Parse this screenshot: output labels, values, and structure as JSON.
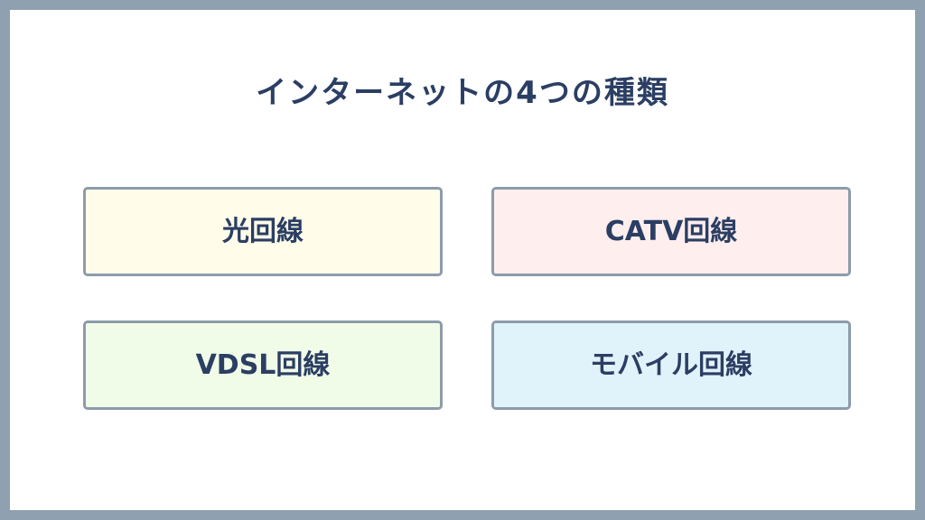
{
  "title": "インターネットの4つの種類",
  "cards": [
    {
      "label": "光回線",
      "color": "#fffdea"
    },
    {
      "label": "CATV回線",
      "color": "#ffeeee"
    },
    {
      "label": "VDSL回線",
      "color": "#f1fce8"
    },
    {
      "label": "モバイル回線",
      "color": "#e1f3fa"
    }
  ],
  "colors": {
    "frame_border": "#8fa1b0",
    "card_border": "#8c9cab",
    "text": "#2b3e63",
    "background": "#ffffff"
  }
}
